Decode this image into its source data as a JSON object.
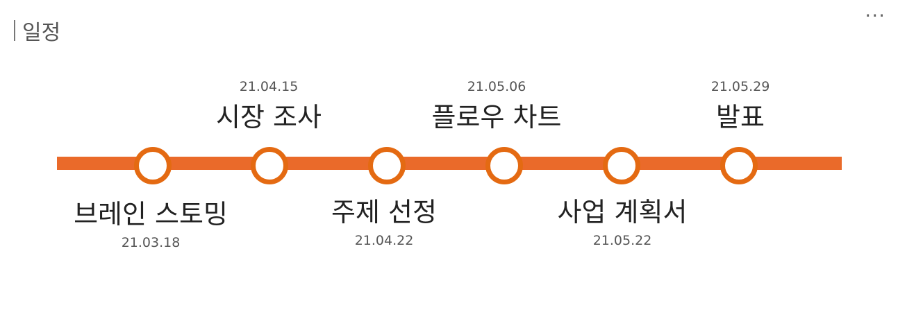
{
  "header": {
    "title": "일정",
    "more_label": "···"
  },
  "timeline": {
    "line_color": "#ea6a2a",
    "node_color": "#e46a12",
    "events": [
      {
        "label": "브레인 스토밍",
        "date": "21.03.18"
      },
      {
        "label": "시장 조사",
        "date": "21.04.15"
      },
      {
        "label": "주제 선정",
        "date": "21.04.22"
      },
      {
        "label": "플로우 차트",
        "date": "21.05.06"
      },
      {
        "label": "사업 계획서",
        "date": "21.05.22"
      },
      {
        "label": "발표",
        "date": "21.05.29"
      }
    ]
  }
}
